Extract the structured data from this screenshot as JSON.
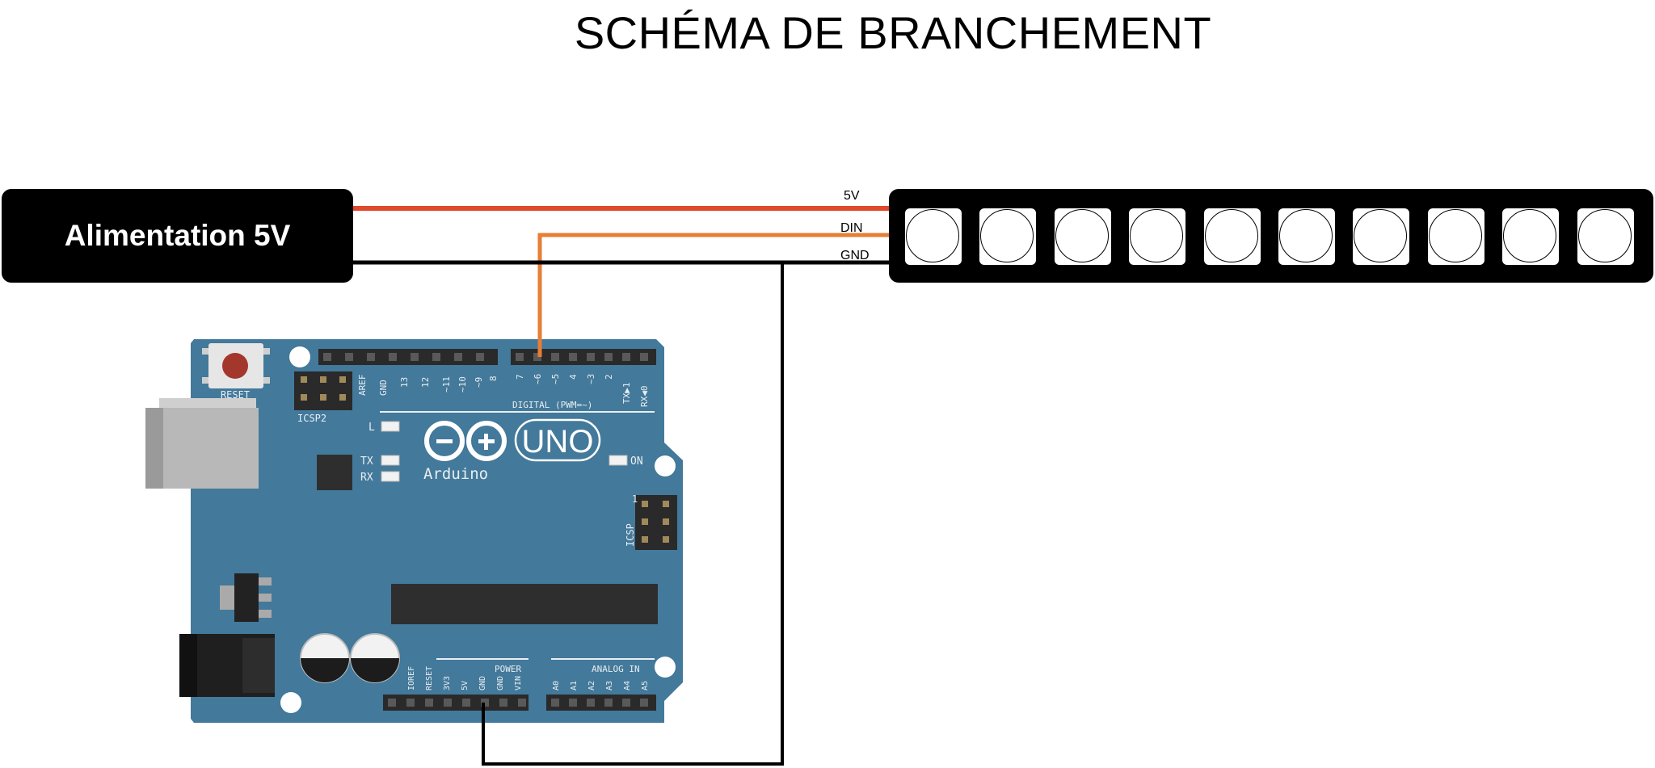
{
  "title": "SCHÉMA DE BRANCHEMENT",
  "power_supply": {
    "label": "Alimentation 5V"
  },
  "led_strip": {
    "led_count": 10
  },
  "wires": [
    {
      "label": "5V",
      "color": "#e04a2c"
    },
    {
      "label": "DIN",
      "color": "#e67e35"
    },
    {
      "label": "GND",
      "color": "#000000"
    }
  ],
  "arduino": {
    "board_color": "#43799a",
    "reset_label": "RESET",
    "icsp2_label": "ICSP2",
    "icsp_label": "ICSP",
    "icsp_pin1": "1",
    "led_l": "L",
    "led_tx": "TX",
    "led_rx": "RX",
    "led_on": "ON",
    "logo_text": "Arduino",
    "uno_text": "UNO",
    "digital_label": "DIGITAL (PWM=~)",
    "power_label": "POWER",
    "analog_label": "ANALOG IN",
    "digital_pins_left": [
      "AREF",
      "GND",
      "13",
      "12",
      "~11",
      "~10",
      "~9",
      "8"
    ],
    "digital_pins_right": [
      "7",
      "~6",
      "~5",
      "4",
      "~3",
      "2",
      "TX▶1",
      "RX◀0"
    ],
    "power_pins": [
      "IOREF",
      "RESET",
      "3V3",
      "5V",
      "GND",
      "GND",
      "VIN"
    ],
    "analog_pins": [
      "A0",
      "A1",
      "A2",
      "A3",
      "A4",
      "A5"
    ]
  }
}
